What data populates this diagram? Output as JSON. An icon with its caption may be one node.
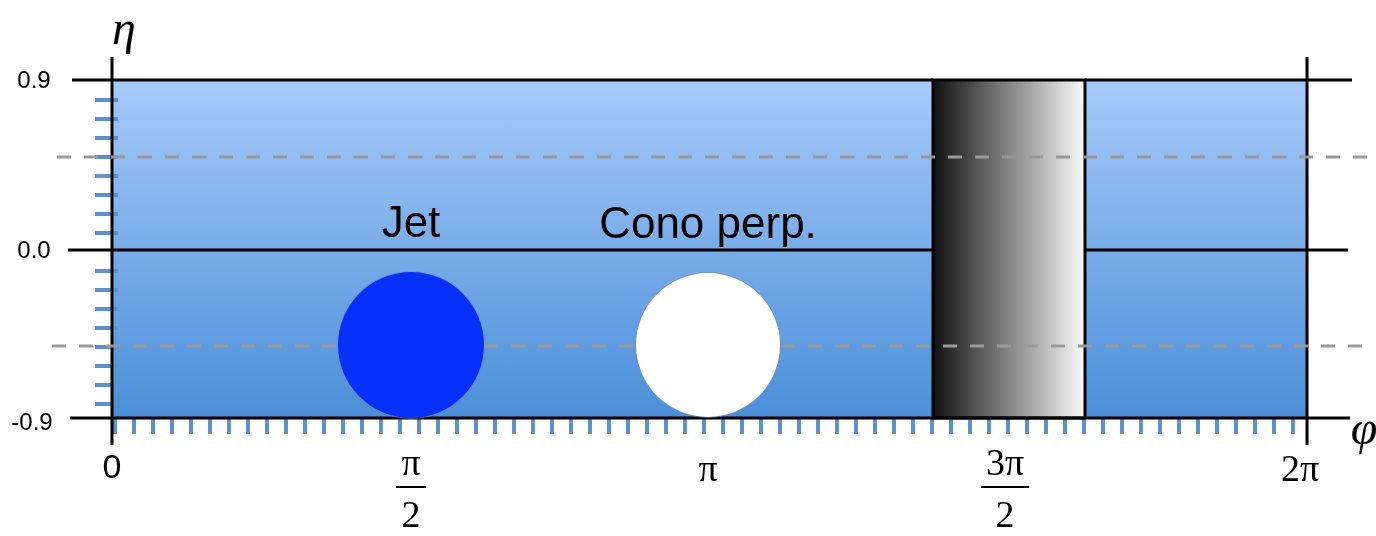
{
  "diagram": {
    "nodes": [
      {
        "text": [
          "Jet"
        ]
      },
      {
        "text": [
          "Cono perp."
        ]
      },
      {
        "text": [],
        "shape": "bar"
      }
    ],
    "labels": [
      "η",
      "0.9",
      "0.0",
      "-0.9",
      "φ",
      "0",
      "π",
      "2",
      "π",
      "3π",
      "2",
      "2π"
    ]
  }
}
